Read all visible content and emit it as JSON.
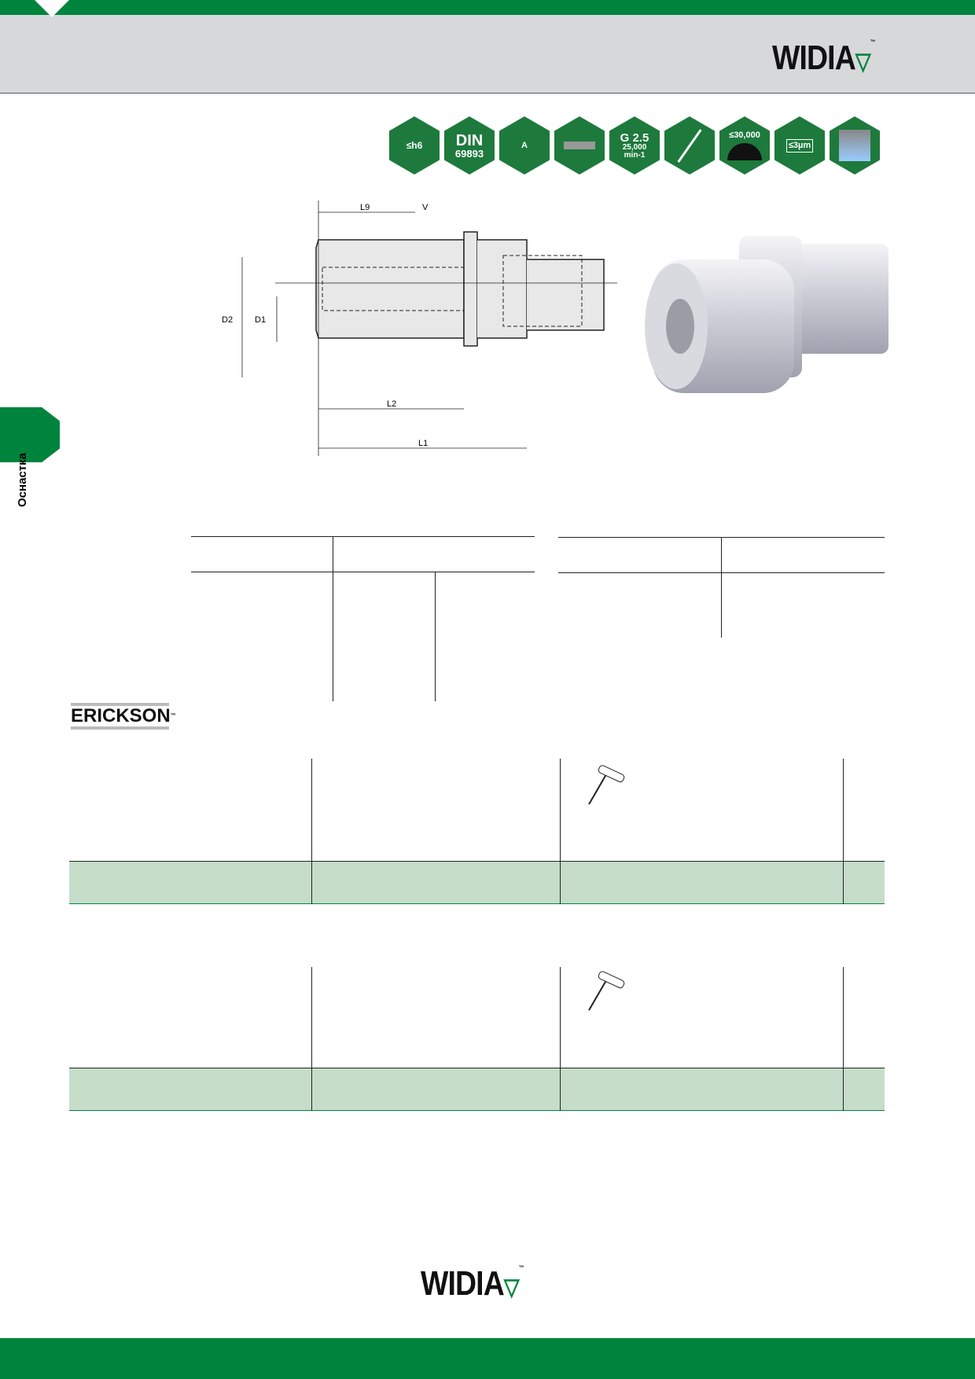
{
  "header": {
    "brand": "WIDIA",
    "tm": "™"
  },
  "icons": [
    {
      "name": "tolerance-h6-icon",
      "text": "≤h6"
    },
    {
      "name": "din-standard-icon",
      "text": "DIN",
      "sub": "69893"
    },
    {
      "name": "form-a-icon",
      "text": "A"
    },
    {
      "name": "coolant-tube-icon",
      "text": ""
    },
    {
      "name": "balance-icon",
      "text": "G 2.5",
      "sub": "25,000",
      "sub2": "min-1"
    },
    {
      "name": "no-side-lock-icon",
      "text": ""
    },
    {
      "name": "max-speed-icon",
      "text": "≤30,000"
    },
    {
      "name": "runout-icon",
      "text": "≤3µm"
    },
    {
      "name": "through-coolant-icon",
      "text": ""
    }
  ],
  "drawing": {
    "labels": {
      "l9": "L9",
      "v": "V",
      "d2": "D2",
      "d1": "D1",
      "l2": "L2",
      "l1": "L1"
    }
  },
  "sidebar": {
    "section": "Оснастка"
  },
  "erickson": {
    "brand": "ERICKSON",
    "tm": "™"
  },
  "footer": {
    "brand": "WIDIA",
    "tm": "™"
  }
}
